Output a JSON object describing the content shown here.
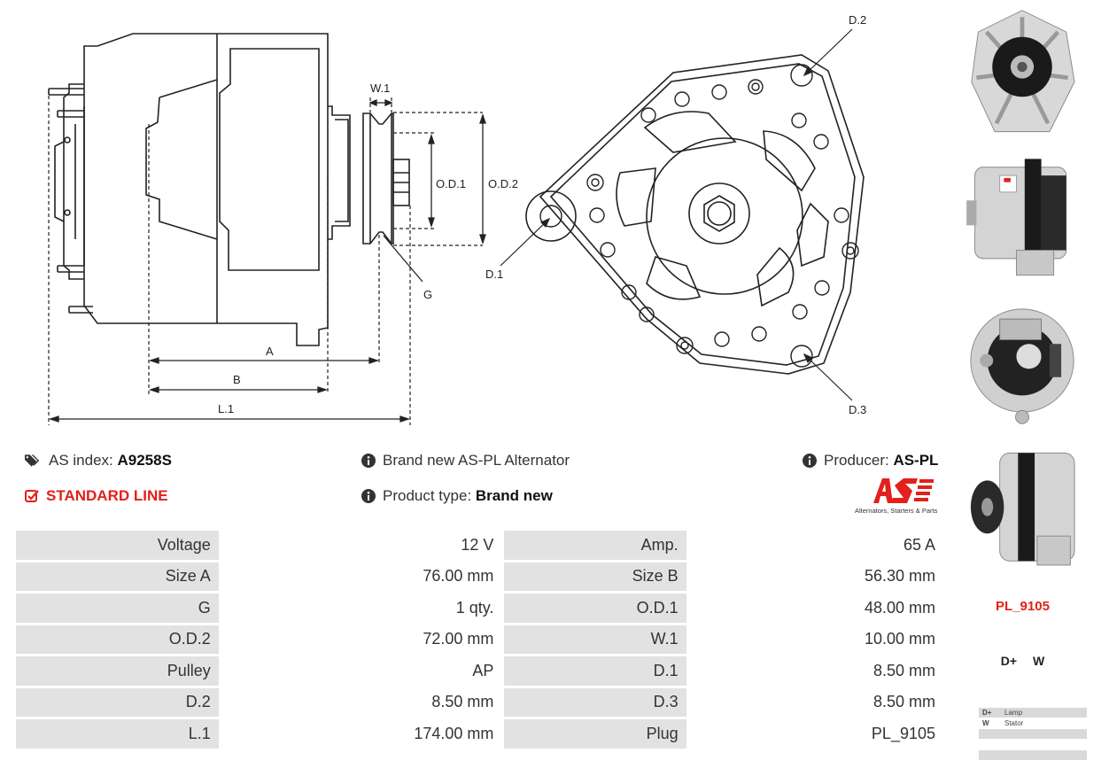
{
  "diagram": {
    "labels": {
      "w1": "W.1",
      "od1": "O.D.1",
      "od2": "O.D.2",
      "g": "G",
      "a": "A",
      "b": "B",
      "l1": "L.1",
      "d1": "D.1",
      "d2": "D.2",
      "d3": "D.3"
    }
  },
  "info": {
    "as_index_label": "AS index:",
    "as_index_value": "A9258S",
    "line": "STANDARD LINE",
    "description": "Brand new AS-PL Alternator",
    "product_type_label": "Product type:",
    "product_type_value": "Brand new",
    "producer_label": "Producer:",
    "producer_value": "AS-PL"
  },
  "brand": {
    "logo_text": "AS",
    "tagline": "Alternators, Starters & Parts",
    "color": "#e3201b"
  },
  "specs": [
    {
      "k1": "Voltage",
      "v1": "12 V",
      "k2": "Amp.",
      "v2": "65 A"
    },
    {
      "k1": "Size A",
      "v1": "76.00 mm",
      "k2": "Size B",
      "v2": "56.30 mm"
    },
    {
      "k1": "G",
      "v1": "1 qty.",
      "k2": "O.D.1",
      "v2": "48.00 mm"
    },
    {
      "k1": "O.D.2",
      "v1": "72.00 mm",
      "k2": "W.1",
      "v2": "10.00 mm"
    },
    {
      "k1": "Pulley",
      "v1": "AP",
      "k2": "D.1",
      "v2": "8.50 mm"
    },
    {
      "k1": "D.2",
      "v1": "8.50 mm",
      "k2": "D.3",
      "v2": "8.50 mm"
    },
    {
      "k1": "L.1",
      "v1": "174.00 mm",
      "k2": "Plug",
      "v2": "PL_9105"
    }
  ],
  "plug": {
    "name": "PL_9105",
    "pins": "D+ W",
    "legend": [
      {
        "pin": "D+",
        "desc": "Lamp"
      },
      {
        "pin": "W",
        "desc": "Stator"
      },
      {
        "pin": "",
        "desc": ""
      },
      {
        "pin": "",
        "desc": ""
      },
      {
        "pin": "",
        "desc": ""
      }
    ]
  }
}
